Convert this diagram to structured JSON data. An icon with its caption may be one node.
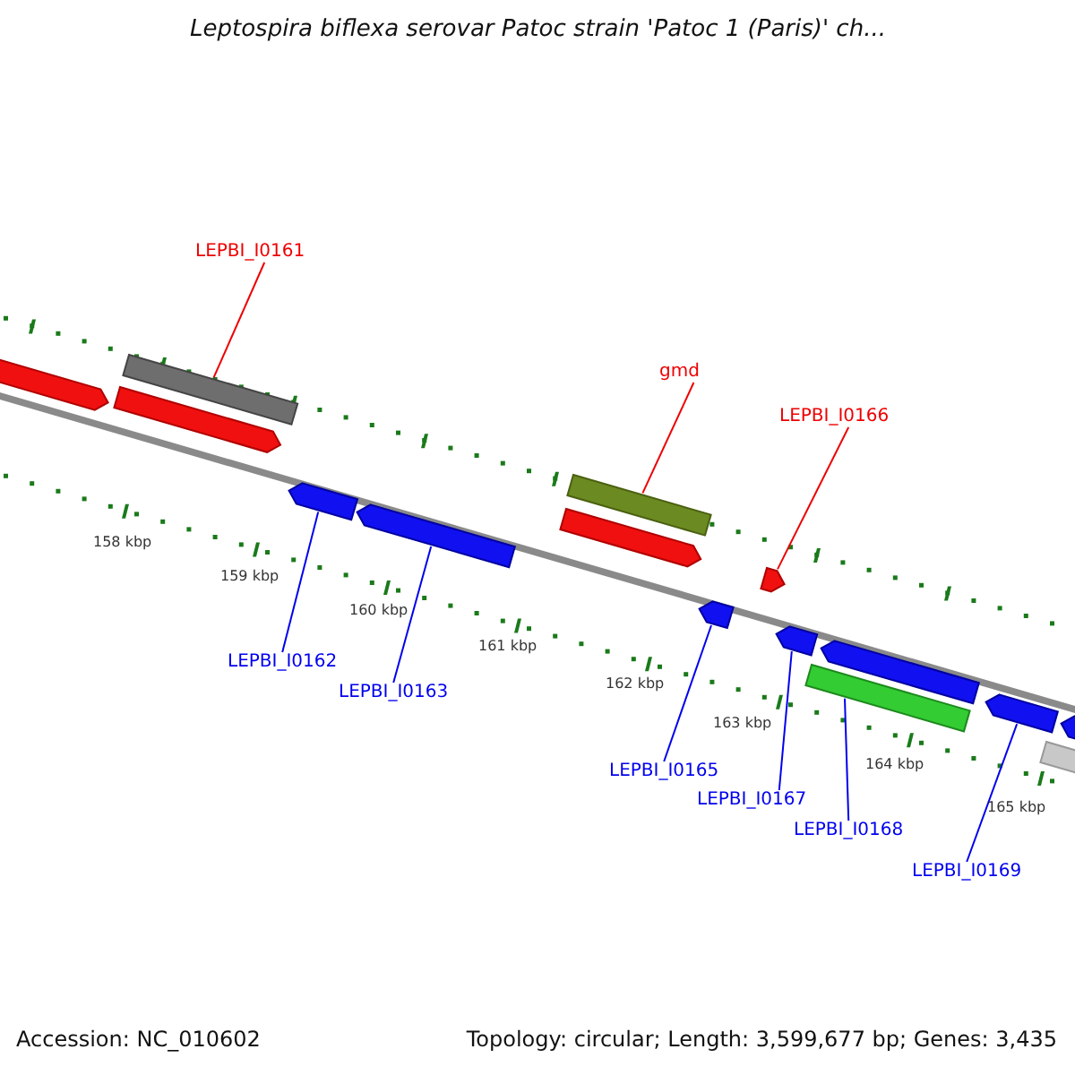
{
  "diagram": {
    "title": "Leptospira biflexa serovar Patoc strain 'Patoc 1 (Paris)' ch...",
    "nodes": [
      {
        "text": [
          "LEPBI_I0161"
        ]
      },
      {
        "text": [],
        "shape": "bar"
      },
      {
        "text": [
          "gmd"
        ]
      },
      {
        "text": [
          "LEPBI_I0166"
        ]
      },
      {
        "text": [],
        "shape": "bar"
      },
      {
        "text": [],
        "shape": "arrow"
      },
      {
        "text": [],
        "shape": "arrow"
      },
      {
        "text": [],
        "shape": "arrow"
      },
      {
        "text": [],
        "shape": "arrow"
      },
      {
        "text": [],
        "shape": "arrow"
      },
      {
        "text": [],
        "shape": "bar"
      },
      {
        "text": [],
        "shape": "arrow"
      },
      {
        "text": [
          "LEPBI_I0162"
        ]
      },
      {
        "text": [
          "LEPBI_I0163"
        ]
      },
      {
        "text": [
          "LEPBI_I0165"
        ]
      },
      {
        "text": [
          "LEPBI_I0167"
        ]
      },
      {
        "text": [
          "LEPBI_I0168"
        ]
      },
      {
        "text": [
          "LEPBI_I0169"
        ]
      },
      {
        "text": [],
        "shape": "arrow"
      },
      {
        "text": [],
        "shape": "arrow"
      },
      {
        "text": [],
        "shape": "arrow"
      },
      {
        "text": [],
        "shape": "arrow"
      },
      {
        "text": [],
        "shape": "arrow"
      },
      {
        "text": [],
        "shape": "bar"
      }
    ],
    "edges": [
      {
        "from": 0,
        "to": 1,
        "arrow": "none",
        "color": "#ee0000"
      },
      {
        "from": 2,
        "to": 4,
        "arrow": "none",
        "color": "#ee0000"
      },
      {
        "from": 3,
        "to": 7,
        "arrow": "none",
        "color": "#ee0000"
      },
      {
        "from": 12,
        "to": 5,
        "arrow": "none"
      },
      {
        "from": 13,
        "to": 6,
        "arrow": "none"
      },
      {
        "from": 14,
        "to": 8,
        "arrow": "none"
      },
      {
        "from": 15,
        "to": 9,
        "arrow": "none"
      },
      {
        "from": 16,
        "to": 10,
        "arrow": "none"
      },
      {
        "from": 17,
        "to": 11,
        "arrow": "none"
      }
    ],
    "labels": [
      "158 kbp",
      "159 kbp",
      "160 kbp",
      "161 kbp",
      "162 kbp",
      "163 kbp",
      "164 kbp",
      "165 kbp",
      "Accession: NC_010602",
      "Topology: circular; Length: 3,599,677 bp; Genes: 3,435"
    ]
  }
}
